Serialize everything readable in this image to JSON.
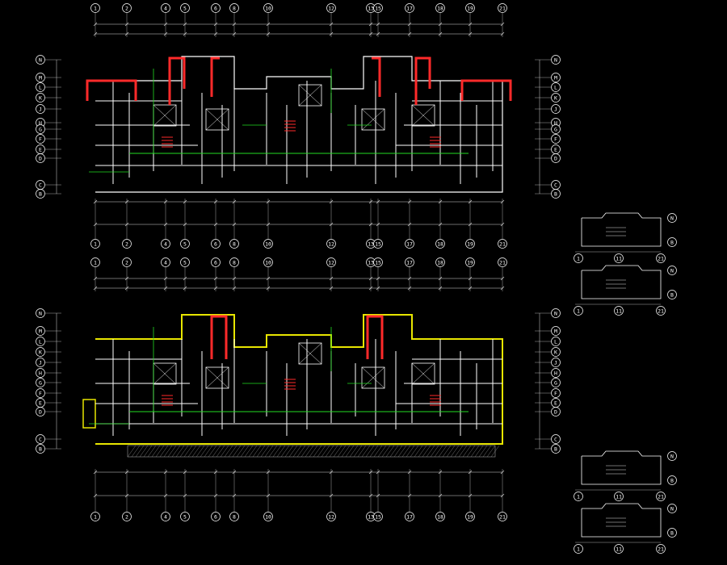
{
  "colors": {
    "background": "#000000",
    "walls": "#ffffff",
    "grid_lines": "#cfcfcf",
    "dims": "#d8d8d8",
    "fire_wall_red": "#ff2a2a",
    "pipe_green": "#22dd22",
    "boundary_yellow": "#e8e600",
    "annotation_text": "#e0e0e0",
    "hatch": "#999999"
  },
  "axes": {
    "columns": [
      "1",
      "2",
      "4",
      "5",
      "6",
      "8",
      "10",
      "12",
      "13",
      "15",
      "17",
      "18",
      "19",
      "21"
    ],
    "rows": [
      "N",
      "M",
      "L",
      "K",
      "J",
      "H",
      "G",
      "F",
      "E",
      "D",
      "C",
      "B"
    ],
    "rows_right": [
      "N",
      "M",
      "L",
      "K",
      "J",
      "H",
      "G",
      "F",
      "E",
      "D",
      "C",
      "B"
    ]
  },
  "plan_upper": {
    "title": "",
    "dimension_total": "",
    "notes": []
  },
  "plan_lower": {
    "title": "",
    "dimension_total": "",
    "notes": []
  },
  "keymaps": [
    {
      "axes": [
        "N",
        "B"
      ],
      "bottom_axes": [
        "1",
        "11",
        "21"
      ],
      "caption": ""
    },
    {
      "axes": [
        "N",
        "B"
      ],
      "bottom_axes": [
        "1",
        "11",
        "21"
      ],
      "caption": ""
    },
    {
      "axes": [
        "N",
        "B"
      ],
      "bottom_axes": [
        "1",
        "11",
        "21"
      ],
      "caption": ""
    },
    {
      "axes": [
        "N",
        "B"
      ],
      "bottom_axes": [
        "1",
        "11",
        "21"
      ],
      "caption": ""
    }
  ]
}
